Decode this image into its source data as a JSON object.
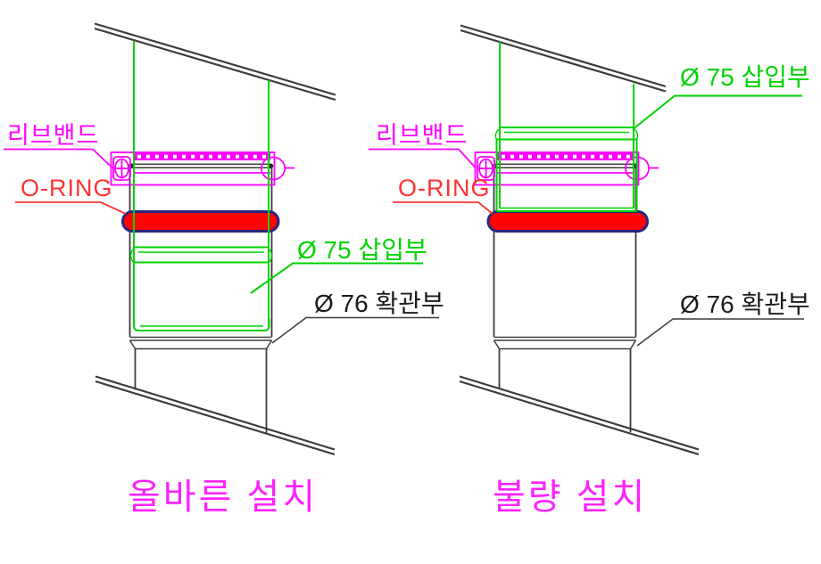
{
  "left": {
    "caption": "올바른 설치",
    "labels": {
      "rib_band": "리브밴드",
      "o_ring": "O-RING",
      "insert": "Ø 75 삽입부",
      "expand": "Ø 76 확관부"
    }
  },
  "right": {
    "caption": "불량 설치",
    "labels": {
      "rib_band": "리브밴드",
      "o_ring": "O-RING",
      "insert": "Ø 75 삽입부",
      "expand": "Ø 76 확관부"
    }
  },
  "colors": {
    "green": "#00d300",
    "magenta": "#ff00ff",
    "red": "#ff0404",
    "red_text": "#ff3333",
    "navy": "#27277e",
    "line": "#3c3c3c",
    "caption": "#ff22ff",
    "black_text": "#1c1c1c"
  }
}
